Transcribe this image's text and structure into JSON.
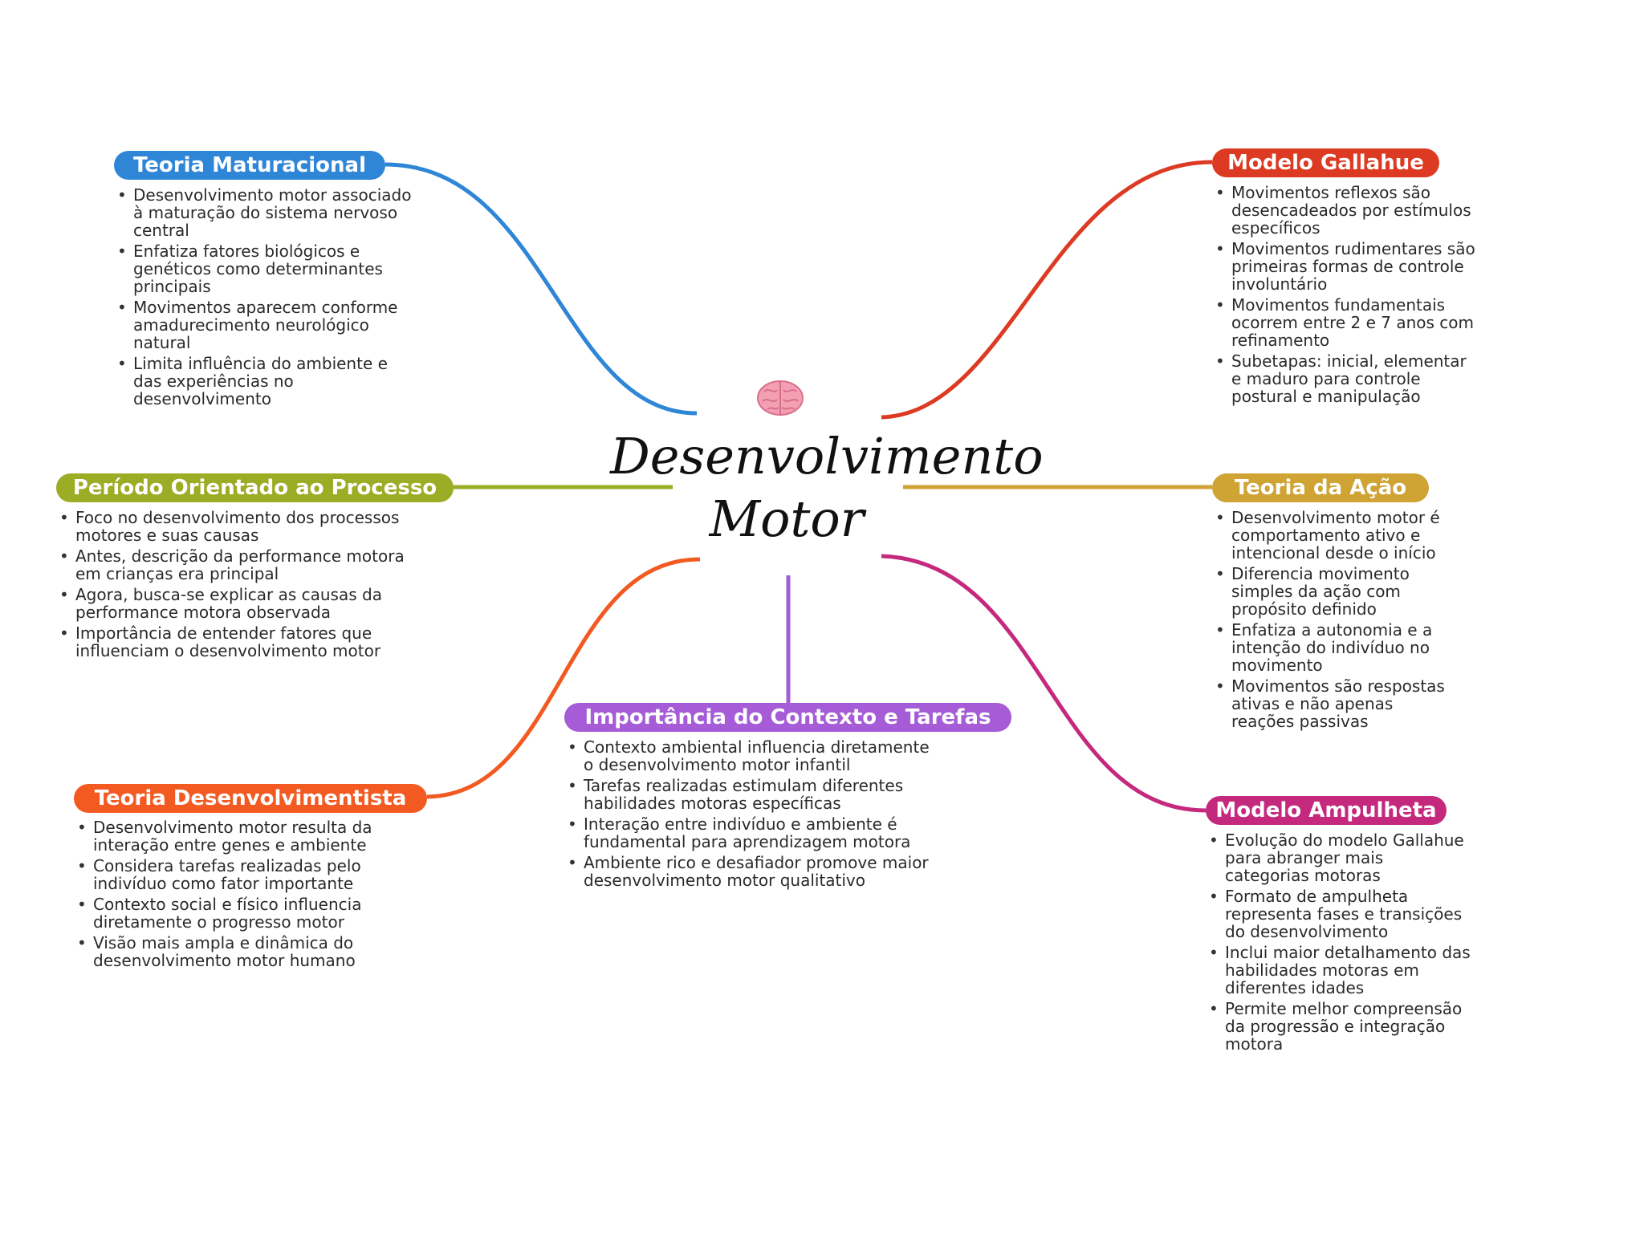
{
  "central": {
    "title_line1": "Desenvolvimento",
    "title_line2": "Motor",
    "icon": "brain-icon"
  },
  "branches": {
    "maturacional": {
      "title": "Teoria Maturacional",
      "color": "#2f86d6",
      "items": [
        "Desenvolvimento motor associado à maturação do sistema nervoso central",
        "Enfatiza fatores biológicos e genéticos como determinantes principais",
        "Movimentos aparecem conforme amadurecimento neurológico natural",
        "Limita influência do ambiente e das experiências no desenvolvimento"
      ]
    },
    "periodo": {
      "title": "Período Orientado ao Processo",
      "color": "#9aad24",
      "items": [
        "Foco no desenvolvimento dos processos motores e suas causas",
        "Antes, descrição da performance motora em crianças era principal",
        "Agora, busca-se explicar as causas da performance motora observada",
        "Importância de entender fatores que influenciam o desenvolvimento motor"
      ]
    },
    "desenvolvimentista": {
      "title": "Teoria Desenvolvimentista",
      "color": "#f25a22",
      "items": [
        "Desenvolvimento motor resulta da interação entre genes e ambiente",
        "Considera tarefas realizadas pelo indivíduo como fator importante",
        "Contexto social e físico influencia diretamente o progresso motor",
        "Visão mais ampla e dinâmica do desenvolvimento motor humano"
      ]
    },
    "contexto": {
      "title": "Importância do Contexto e Tarefas",
      "color": "#a55cd6",
      "items": [
        "Contexto ambiental influencia diretamente o desenvolvimento motor infantil",
        "Tarefas realizadas estimulam diferentes habilidades motoras específicas",
        "Interação entre indivíduo e ambiente é fundamental para aprendizagem motora",
        "Ambiente rico e desafiador promove maior desenvolvimento motor qualitativo"
      ]
    },
    "gallahue": {
      "title": "Modelo Gallahue",
      "color": "#dc3a22",
      "items": [
        "Movimentos reflexos são desencadeados por estímulos específicos",
        "Movimentos rudimentares são primeiras formas de controle involuntário",
        "Movimentos fundamentais ocorrem entre 2 e 7 anos com refinamento",
        "Subetapas: inicial, elementar e maduro para controle postural e manipulação"
      ]
    },
    "acao": {
      "title": "Teoria da Ação",
      "color": "#cfa334",
      "items": [
        "Desenvolvimento motor é comportamento ativo e intencional desde o início",
        "Diferencia movimento simples da ação com propósito definido",
        "Enfatiza a autonomia e a intenção do indivíduo no movimento",
        "Movimentos são respostas ativas e não apenas reações passivas"
      ]
    },
    "ampulheta": {
      "title": "Modelo Ampulheta",
      "color": "#c4297e",
      "items": [
        "Evolução do modelo Gallahue para abranger mais categorias motoras",
        "Formato de ampulheta representa fases e transições do desenvolvimento",
        "Inclui maior detalhamento das habilidades motoras em diferentes idades",
        "Permite melhor compreensão da progressão e integração motora"
      ]
    }
  }
}
